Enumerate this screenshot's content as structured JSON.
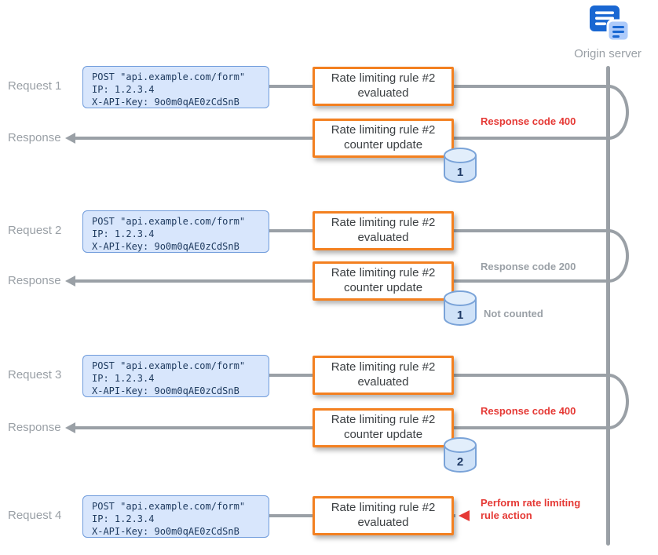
{
  "entity": {
    "label": "Origin server"
  },
  "code_box": {
    "line1": "POST \"api.example.com/form\"",
    "line2": "IP: 1.2.3.4",
    "line3": "X-API-Key: 9o0m0qAE0zCdSnB"
  },
  "boxes": {
    "evaluated": "Rate limiting rule #2 evaluated",
    "counter_update": "Rate limiting rule #2 counter update"
  },
  "rows": {
    "request1": {
      "label": "Request 1"
    },
    "response1": {
      "label": "Response",
      "counter": "1",
      "note": "Response code 400"
    },
    "request2": {
      "label": "Request 2"
    },
    "response2": {
      "label": "Response",
      "counter": "1",
      "note": "Response code 200",
      "subnote": "Not counted"
    },
    "request3": {
      "label": "Request 3"
    },
    "response3": {
      "label": "Response",
      "counter": "2",
      "note": "Response code 400"
    },
    "request4": {
      "label": "Request 4",
      "note": "Perform rate limiting rule action"
    }
  },
  "colors": {
    "accent_orange": "#f38020",
    "accent_red": "#e53935",
    "line_gray": "#9aa0a6",
    "code_box_bg": "#d8e6fc",
    "code_box_border": "#6f9bdb",
    "db_fill": "#cfe2f8",
    "db_stroke": "#7aa3d8"
  }
}
